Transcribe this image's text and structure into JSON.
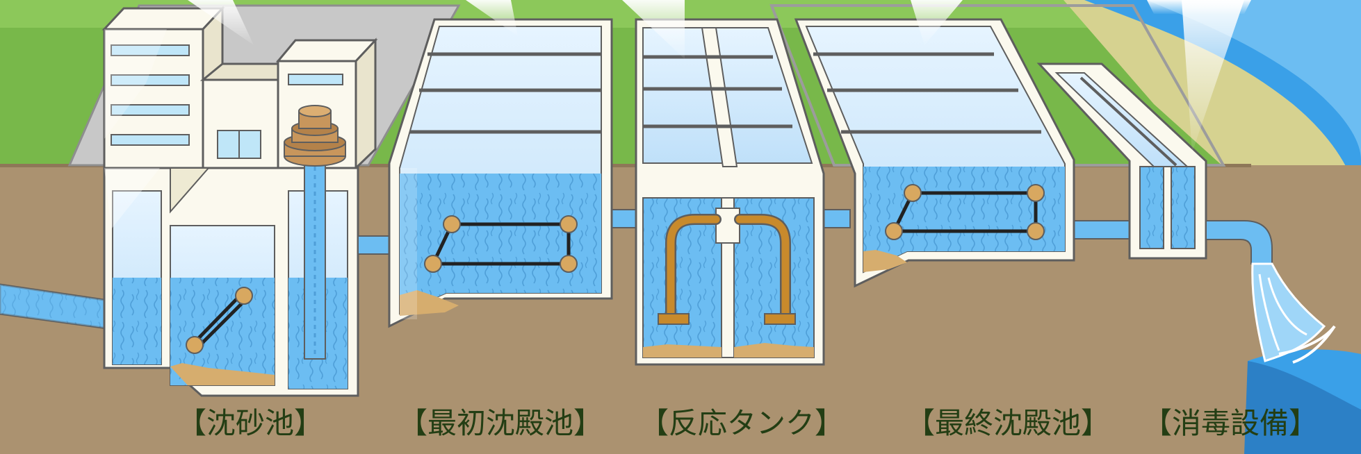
{
  "colors": {
    "grass": "#78b84a",
    "soil": "#ab9270",
    "water": "#6cbdf2",
    "sludge": "#d6ad6e",
    "structure_fill": "#fbf9ee",
    "structure_stroke": "#5e5e5e",
    "pipe_copper": "#c88a2c",
    "river": "#3aa0e8",
    "label_text": "#233e14"
  },
  "diagram": {
    "labels": {
      "sand_basin": "【沈砂池】",
      "primary_clarifier": "【最初沈殿池】",
      "reaction_tank": "【反応タンク】",
      "final_clarifier": "【最終沈殿池】",
      "disinfection": "【消毒設備】"
    },
    "stages": [
      {
        "id": "sand_basin",
        "icon": "chain-scraper-icon"
      },
      {
        "id": "primary_clarifier",
        "icon": "chain-conveyor-icon"
      },
      {
        "id": "reaction_tank",
        "icon": "aeration-pipe-icon"
      },
      {
        "id": "final_clarifier",
        "icon": "chain-conveyor-icon"
      },
      {
        "id": "disinfection",
        "icon": "contact-channel-icon"
      }
    ]
  }
}
